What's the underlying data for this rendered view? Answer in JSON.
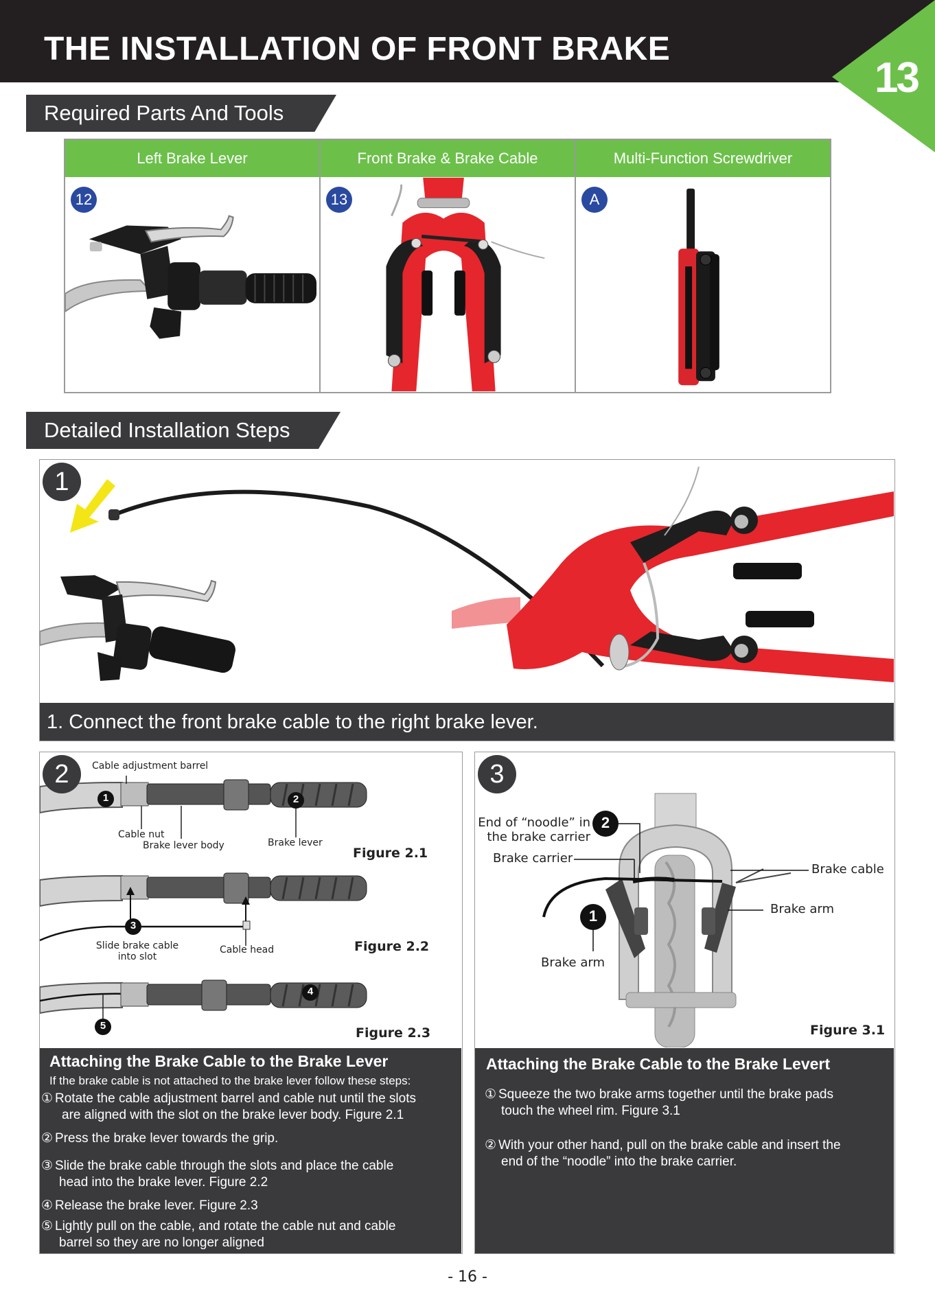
{
  "header": {
    "title": "THE INSTALLATION OF FRONT BRAKE",
    "page_badge": "13",
    "accent_color": "#6cc04a",
    "dark_color": "#231f20"
  },
  "sections": {
    "parts_title": "Required Parts And Tools",
    "steps_title": "Detailed Installation Steps"
  },
  "parts": [
    {
      "label": "Left Brake Lever",
      "badge": "12"
    },
    {
      "label": "Front Brake & Brake Cable",
      "badge": "13"
    },
    {
      "label": "Multi-Function  Screwdriver",
      "badge": "A"
    }
  ],
  "step1": {
    "number": "1",
    "caption_num": "1.",
    "caption": "Connect the front brake cable to the right brake lever."
  },
  "step2": {
    "number": "2",
    "callouts": {
      "cable_adjustment_barrel": "Cable adjustment barrel",
      "cable_nut": "Cable nut",
      "brake_lever_body": "Brake lever body",
      "brake_lever": "Brake lever",
      "slide_line1": "Slide brake cable",
      "slide_line2": "into slot",
      "cable_head": "Cable head"
    },
    "markers": [
      "1",
      "2",
      "3",
      "4",
      "5"
    ],
    "figures": [
      "Figure 2.1",
      "Figure 2.2",
      "Figure 2.3"
    ],
    "box": {
      "title": "Attaching the Brake Cable to the Brake Lever",
      "subtitle": "If the brake cable is not attached to the brake lever follow these steps:",
      "items": [
        {
          "index": "①",
          "line1": "Rotate the cable adjustment barrel and cable nut until the slots",
          "line2": "are aligned with the slot on the brake lever body. Figure 2.1"
        },
        {
          "index": "②",
          "line1": "Press the brake lever towards the grip.",
          "line2": ""
        },
        {
          "index": "③",
          "line1": "Slide the brake cable through the slots and place the cable",
          "line2": "head into the brake lever. Figure 2.2"
        },
        {
          "index": "④",
          "line1": "Release the brake lever. Figure 2.3",
          "line2": ""
        },
        {
          "index": "⑤",
          "line1": "Lightly pull on the cable, and rotate the cable nut and cable",
          "line2": "barrel so they are no longer aligned"
        }
      ]
    }
  },
  "step3": {
    "number": "3",
    "callouts": {
      "noodle_line1": "End of “noodle” in",
      "noodle_line2": "the brake carrier",
      "brake_carrier": "Brake carrier",
      "brake_cable": "Brake cable",
      "brake_arm_right": "Brake arm",
      "brake_arm_left": "Brake arm"
    },
    "markers": [
      "2",
      "1"
    ],
    "figure": "Figure 3.1",
    "box": {
      "title": "Attaching the Brake Cable to the Brake Levert",
      "items": [
        {
          "index": "①",
          "line1": "Squeeze the two brake arms together until the brake pads",
          "line2": "touch the wheel rim. Figure 3.1"
        },
        {
          "index": "②",
          "line1": "With your other hand, pull on the brake cable and insert the",
          "line2": "end of the “noodle” into the brake carrier."
        }
      ]
    }
  },
  "footer": {
    "page_number": "- 16 -"
  }
}
